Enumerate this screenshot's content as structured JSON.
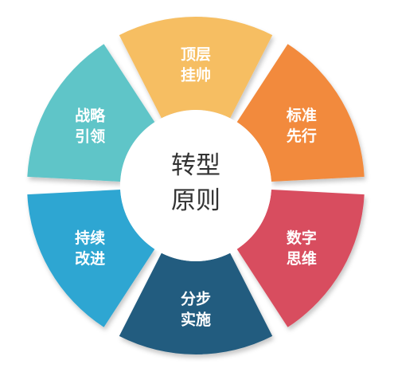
{
  "diagram": {
    "center": {
      "line1": "转型",
      "line2": "原则"
    },
    "segments": [
      {
        "id": "top",
        "line1": "顶层",
        "line2": "挂帅",
        "color": "#F6BE62"
      },
      {
        "id": "top-right",
        "line1": "标准",
        "line2": "先行",
        "color": "#F28A3E"
      },
      {
        "id": "bottom-right",
        "line1": "数字",
        "line2": "思维",
        "color": "#D84D5F"
      },
      {
        "id": "bottom",
        "line1": "分步",
        "line2": "实施",
        "color": "#245C7F"
      },
      {
        "id": "bottom-left",
        "line1": "持续",
        "line2": "改进",
        "color": "#2EA6D2"
      },
      {
        "id": "top-left",
        "line1": "战略",
        "line2": "引领",
        "color": "#5EC5C8"
      }
    ]
  }
}
